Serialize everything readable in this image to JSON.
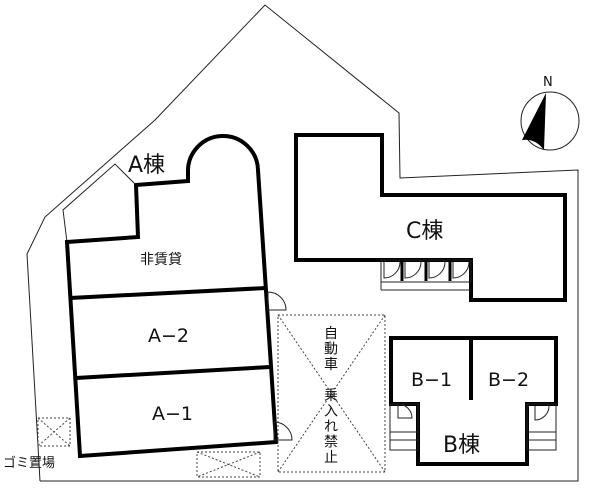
{
  "buildings": {
    "a": {
      "label": "A棟",
      "units": [
        "非賃貸",
        "A−2",
        "A−1"
      ]
    },
    "b": {
      "label": "B棟",
      "units": [
        "B−1",
        "B−2"
      ]
    },
    "c": {
      "label": "C棟"
    }
  },
  "areas": {
    "garbage": "ゴミ置場",
    "parking_no_entry_lines": [
      "自",
      "動",
      "車",
      "",
      "乗",
      "入",
      "れ",
      "禁",
      "止"
    ]
  },
  "compass": {
    "label": "N",
    "icon": "north-arrow-icon"
  }
}
